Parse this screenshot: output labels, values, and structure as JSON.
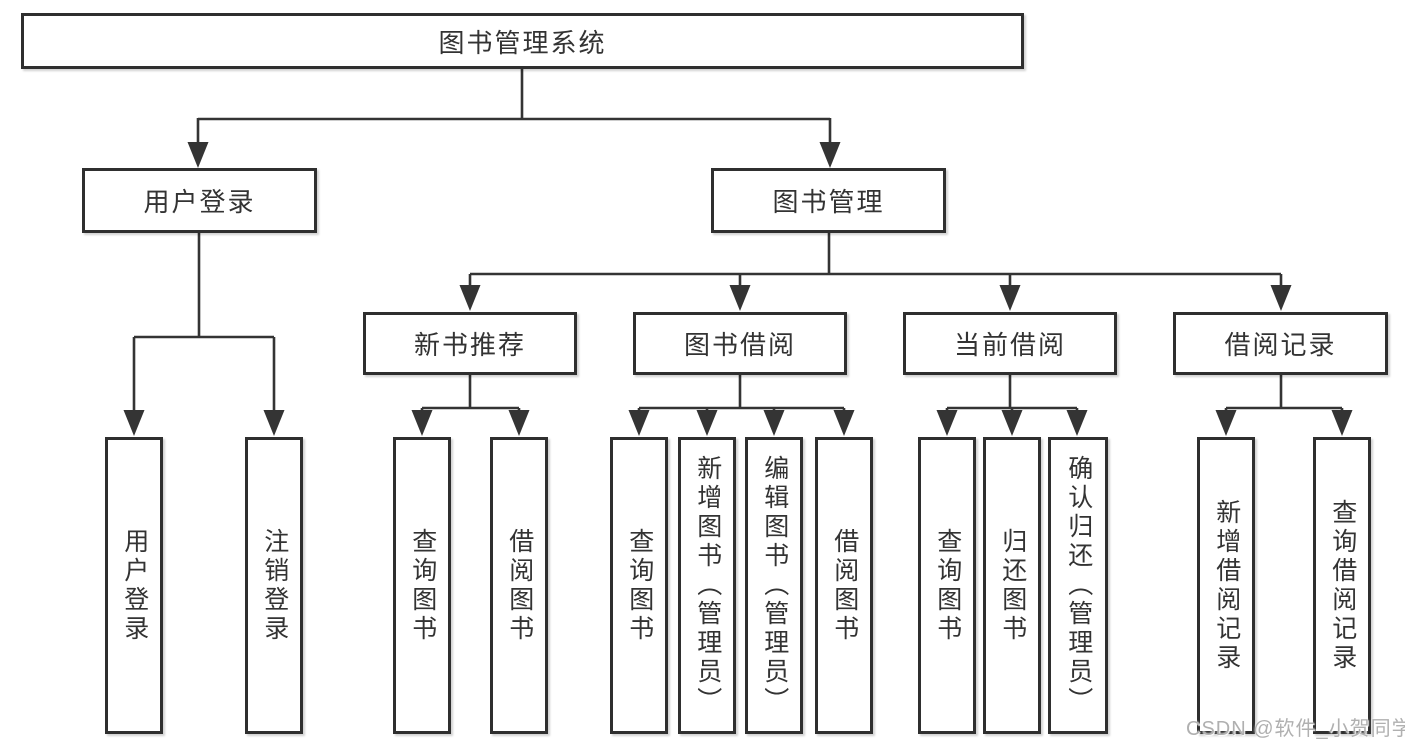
{
  "diagram": {
    "title": "图书管理系统",
    "type": "functional-structure-tree"
  },
  "tree": {
    "label": "图书管理系统",
    "children": [
      {
        "label": "用户登录",
        "children": [
          {
            "label": "用户登录"
          },
          {
            "label": "注销登录"
          }
        ]
      },
      {
        "label": "图书管理",
        "children": [
          {
            "label": "新书推荐",
            "children": [
              {
                "label": "查询图书"
              },
              {
                "label": "借阅图书"
              }
            ]
          },
          {
            "label": "图书借阅",
            "children": [
              {
                "label": "查询图书"
              },
              {
                "label": "新增图书（管理员）"
              },
              {
                "label": "编辑图书（管理员）"
              },
              {
                "label": "借阅图书"
              }
            ]
          },
          {
            "label": "当前借阅",
            "children": [
              {
                "label": "查询图书"
              },
              {
                "label": "归还图书"
              },
              {
                "label": "确认归还（管理员）"
              }
            ]
          },
          {
            "label": "借阅记录",
            "children": [
              {
                "label": "新增借阅记录"
              },
              {
                "label": "查询借阅记录"
              }
            ]
          }
        ]
      }
    ]
  },
  "watermark": {
    "text": "CSDN @软件_小贺同学"
  },
  "colors": {
    "line": "#343434",
    "box_border": "#2f2f2f",
    "box_fill": "#ffffff",
    "text": "#333333",
    "watermark": "#b0b0b0"
  }
}
